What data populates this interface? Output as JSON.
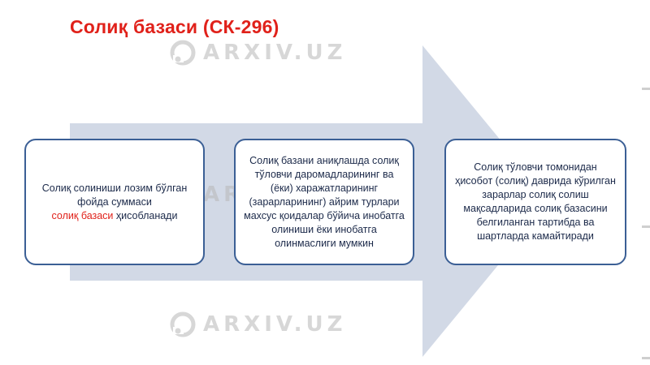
{
  "slide": {
    "title": "Солиқ базаси (СК-296)",
    "colors": {
      "title": "#e0211a",
      "arrow": "#d2d9e6",
      "box_border": "#3b5f95",
      "highlight": "#e0211a"
    }
  },
  "watermark": {
    "text": "ARXIV.UZ",
    "icon": "arxiv-logo-icon"
  },
  "boxes": [
    {
      "line1": "Солиқ солиниши лозим бўлган фойда суммаси",
      "highlight": "солиқ базаси",
      "line2": " ҳисобланади"
    },
    {
      "text": "Солиқ базани аниқлашда солиқ тўловчи даромадларининг ва (ёки) харажатларининг (зарарларининг) айрим турлари махсус қоидалар бўйича инобатга олиниши ёки инобатга олинмаслиги мумкин"
    },
    {
      "text": "Солиқ тўловчи томонидан ҳисобот (солиқ) даврида кўрилган зарарлар солиқ солиш мақсадларида солиқ базасини белгиланган тартибда ва шартларда камайтиради"
    }
  ]
}
